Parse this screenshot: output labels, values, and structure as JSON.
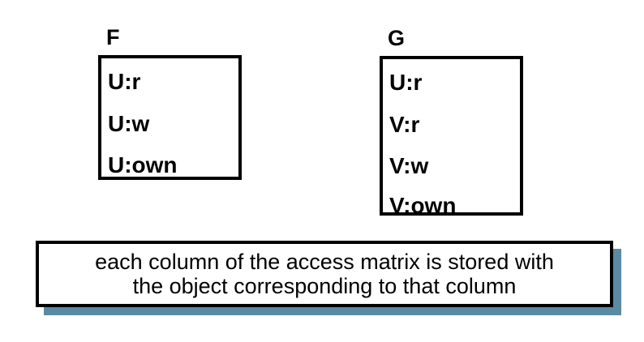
{
  "objects": [
    {
      "name": "F",
      "acl": [
        "U:r",
        "U:w",
        "U:own"
      ]
    },
    {
      "name": "G",
      "acl": [
        "U:r",
        "V:r",
        "V:w",
        "V:own"
      ]
    }
  ],
  "caption": {
    "line1": "each column of the access matrix is stored with",
    "line2": "the object corresponding to that column"
  },
  "colors": {
    "shadow": "#5b8aa3",
    "border": "#000000"
  }
}
